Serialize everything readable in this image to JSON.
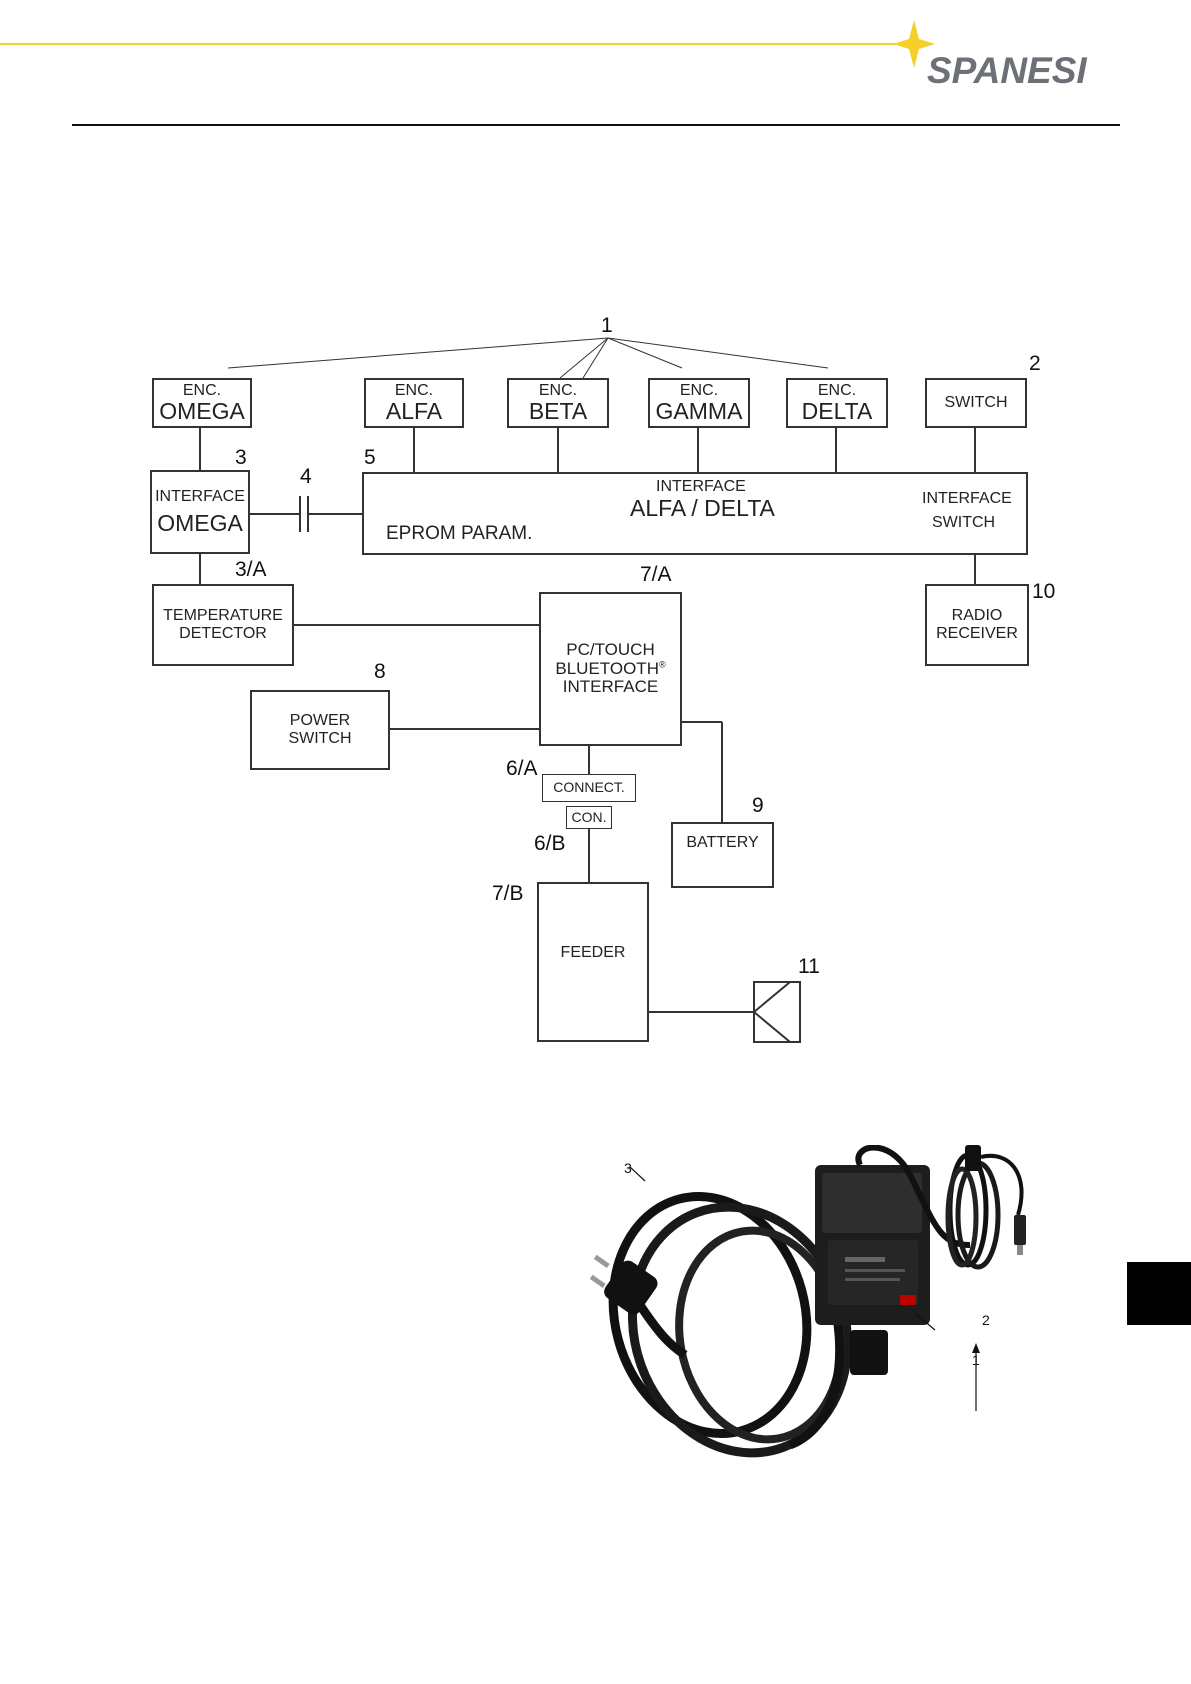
{
  "header": {
    "brand": "SPANESI",
    "accent_color": "#f5cf2a",
    "logo_color": "#6d7177"
  },
  "diagram": {
    "labels": {
      "n1": "1",
      "n2": "2",
      "n3": "3",
      "n3a": "3/A",
      "n4": "4",
      "n5": "5",
      "n6a": "6/A",
      "n6b": "6/B",
      "n7a": "7/A",
      "n7b": "7/B",
      "n8": "8",
      "n9": "9",
      "n10": "10",
      "n11": "11"
    },
    "enc_omega": {
      "l1": "ENC.",
      "l2": "OMEGA"
    },
    "enc_alfa": {
      "l1": "ENC.",
      "l2": "ALFA"
    },
    "enc_beta": {
      "l1": "ENC.",
      "l2": "BETA"
    },
    "enc_gamma": {
      "l1": "ENC.",
      "l2": "GAMMA"
    },
    "enc_delta": {
      "l1": "ENC.",
      "l2": "DELTA"
    },
    "switch": "SWITCH",
    "interface_omega": {
      "l1": "INTERFACE",
      "l2": "OMEGA"
    },
    "interface_main": {
      "l1": "INTERFACE",
      "l2": "ALFA / DELTA",
      "eprom": "EPROM PARAM.",
      "sw1": "INTERFACE",
      "sw2": "SWITCH"
    },
    "temperature": {
      "l1": "TEMPERATURE",
      "l2": "DETECTOR"
    },
    "pc": {
      "l1": "PC/TOUCH",
      "l2": "BLUETOOTH",
      "sup": "®",
      "l3": "INTERFACE"
    },
    "radio": {
      "l1": "RADIO",
      "l2": "RECEIVER"
    },
    "power": {
      "l1": "POWER",
      "l2": "SWITCH"
    },
    "connect": "CONNECT.",
    "con": "CON.",
    "battery": "BATTERY",
    "feeder": "FEEDER"
  },
  "photo": {
    "callouts": {
      "c1": "1",
      "c2": "2",
      "c3": "3"
    }
  },
  "side_tab": {
    "color": "#000000"
  }
}
